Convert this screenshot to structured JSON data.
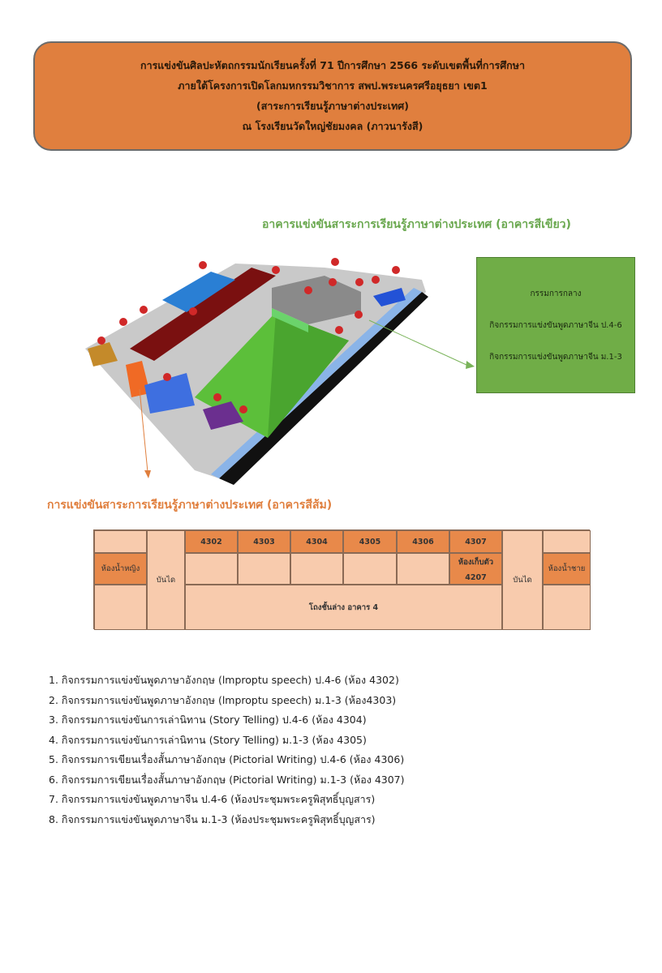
{
  "header": {
    "lines": [
      "การแข่งขันศิลปะหัตถกรรมนักเรียนครั้งที่ 71 ปีการศึกษา 2566 ระดับเขตพื้นที่การศึกษา",
      "ภายใต้โครงการเปิดโลกมหกรรมวิชาการ สพป.พระนครศรีอยุธยา เขต1",
      "(สาระการเรียนรู้ภาษาต่างประเทศ)",
      "ณ โรงเรียนวัดใหญ่ชัยมงคล (ภาวนารังสี)"
    ],
    "color": "#E07F3E"
  },
  "map_title": "อาคารแข่งขันสาระการเรียนรู้ภาษาต่างประเทศ (อาคารสีเขียว)",
  "green_box": {
    "color": "#70AD47",
    "items": [
      "กรรมการกลาง",
      "กิจกรรมการแข่งขันพูดภาษาจีน ป.4-6",
      "กิจกรรมการแข่งขันพูดภาษาจีน ม.1-3"
    ]
  },
  "map_markers": [
    "1",
    "2",
    "3",
    "4",
    "5",
    "6",
    "7",
    "8",
    "9",
    "10",
    "11",
    "12",
    "13",
    "14",
    "15",
    "16",
    "17"
  ],
  "orange_title": "การแข่งขันสาระการเรียนรู้ภาษาต่างประเทศ (อาคารสีส้ม)",
  "floor": {
    "rooms": [
      "4302",
      "4303",
      "4304",
      "4305",
      "4306",
      "4307"
    ],
    "women_restroom": "ห้องน้ำหญิง",
    "men_restroom": "ห้องน้ำชาย",
    "stairs": "บันได",
    "storage": "ห้องเก็บตัว",
    "storage_room": "4207",
    "hall": "โถงชั้นล่าง อาคาร 4"
  },
  "activities": [
    "1. กิจกรรมการแข่งขันพูดภาษาอังกฤษ (lmproptu speech) ป.4-6  (ห้อง 4302)",
    "2. กิจกรรมการแข่งขันพูดภาษาอังกฤษ (lmproptu speech) ม.1-3 (ห้อง4303)",
    "3. กิจกรรมการแข่งขันการเล่านิทาน (Story Telling) ป.4-6  (ห้อง 4304)",
    "4. กิจกรรมการแข่งขันการเล่านิทาน (Story Telling) ม.1-3  (ห้อง 4305)",
    "5. กิจกรรมการเขียนเรื่องสั้นภาษาอังกฤษ (Pictorial Writing) ป.4-6  (ห้อง 4306)",
    "6. กิจกรรมการเขียนเรื่องสั้นภาษาอังกฤษ (Pictorial Writing) ม.1-3  (ห้อง 4307)",
    "7. กิจกรรมการแข่งขันพูดภาษาจีน ป.4-6  (ห้องประชุมพระครูพิสุทธิ์บุญสาร)",
    "8. กิจกรรมการแข่งขันพูดภาษาจีน ม.1-3  (ห้องประชุมพระครูพิสุทธิ์บุญสาร)"
  ]
}
